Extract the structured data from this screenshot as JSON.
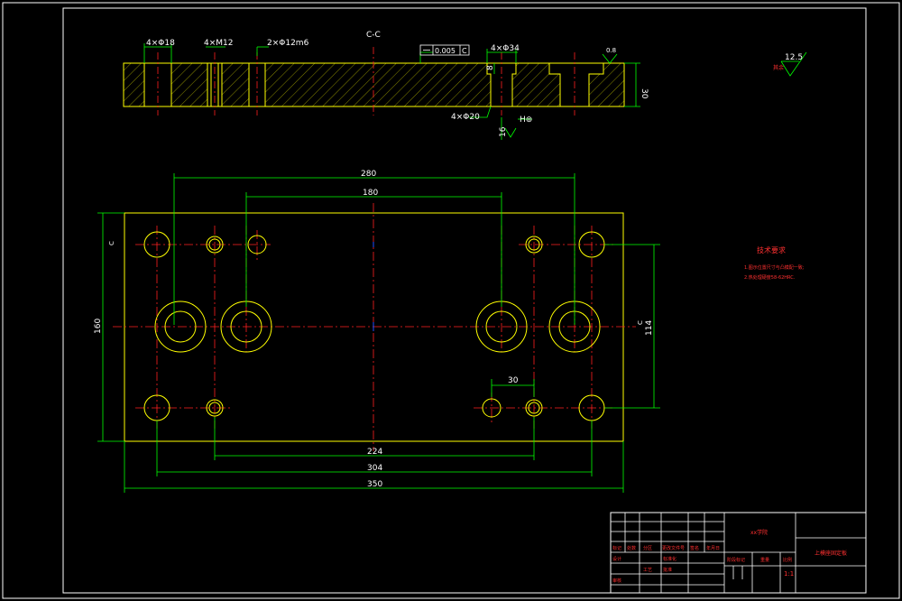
{
  "section": {
    "label": "C-C",
    "callouts": {
      "holes_d18": "4×Φ18",
      "holes_m12": "4×M12",
      "pins": "2×Φ12m6",
      "flatness_value": "0.005",
      "flatness_datum": "C",
      "counterbore": "4×Φ34",
      "depth_8": "8",
      "thickness": "30",
      "bottom_holes": "4×Φ20",
      "depth_16": "16",
      "roughness_08": "0.8"
    }
  },
  "plan": {
    "dims": {
      "top_outer": "280",
      "top_inner": "180",
      "height_left": "160",
      "height_right": "114",
      "spacing_30": "30",
      "bottom_224": "224",
      "bottom_304": "304",
      "bottom_350": "350"
    },
    "section_markers": [
      "C",
      "C"
    ]
  },
  "roughness": {
    "value": "12.5",
    "note": "其余"
  },
  "notes": {
    "title": "技术要求",
    "items": [
      "1.图示位置尺寸与凸模配一致;",
      "2.热处理硬度58-62HRC."
    ]
  },
  "title_block": {
    "school": "xx学院",
    "drawing_name": "上模座固定板",
    "stage_header": "阶段标记",
    "weight_header": "重量",
    "scale_header": "比例",
    "scale_value": "1:1",
    "row_headers": [
      "标记",
      "处数",
      "分区",
      "更改文件号",
      "签名",
      "年月日"
    ],
    "row_design": [
      "设计",
      "标准化"
    ],
    "row_process": [
      "工艺",
      "批准"
    ],
    "row_review": [
      "审核"
    ]
  }
}
